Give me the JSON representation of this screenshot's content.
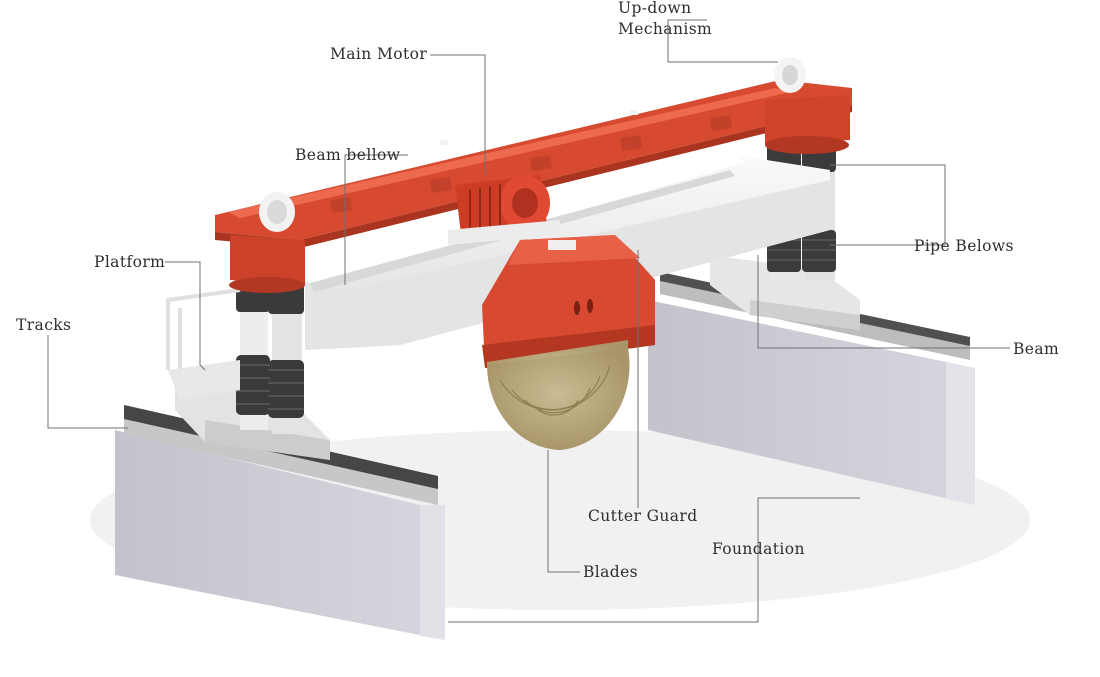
{
  "labels": {
    "up_down_line1": "Up-down",
    "up_down_line2": "Mechanism",
    "main_motor": "Main Motor",
    "beam_bellow": "Beam bellow",
    "platform": "Platform",
    "tracks": "Tracks",
    "pipe_belows": "Pipe Belows",
    "beam": "Beam",
    "cutter_guard": "Cutter Guard",
    "foundation": "Foundation",
    "blades": "Blades"
  },
  "colors": {
    "frame_red": "#d84a30",
    "beam_white": "#f1f1f1",
    "foundation_grey": "#c9c9d1",
    "blade_gold": "#b8a57a",
    "bellow_dark": "#3a3a3a"
  }
}
